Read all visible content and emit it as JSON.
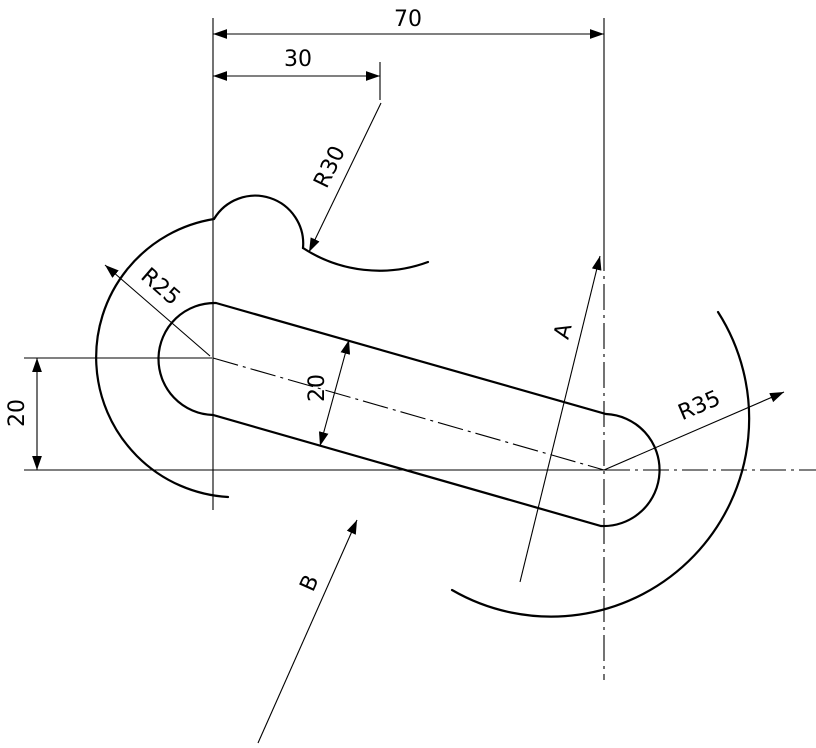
{
  "dimensions": {
    "overall_width": "70",
    "partial_width": "30",
    "radius_upper_arc": "R30",
    "radius_left_arc": "R25",
    "radius_right_arc": "R35",
    "slot_width": "20",
    "vertical_offset": "20"
  },
  "labels": {
    "direction_a": "A",
    "direction_b": "B"
  },
  "colors": {
    "line": "#000000",
    "background": "#ffffff"
  }
}
